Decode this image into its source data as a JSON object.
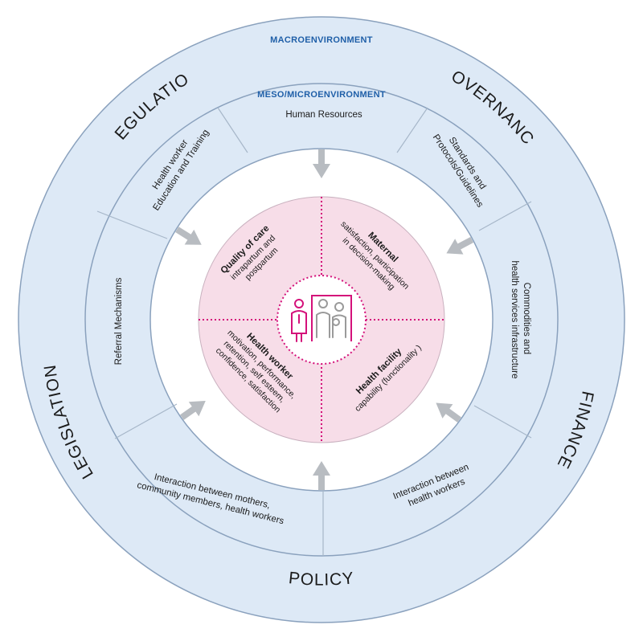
{
  "outer_ring": {
    "heading": "MACROENVIRONMENT",
    "labels": {
      "regulation": "REGULATION",
      "governance": "GOVERNANCE",
      "legislation": "LEGISLATION",
      "finance": "FINANCE",
      "policy": "POLICY"
    }
  },
  "middle_ring": {
    "heading": "MESO/MICROENVIRONMENT",
    "segments": {
      "human_resources": [
        "Human Resources"
      ],
      "standards": [
        "Standards and",
        "Protocols/Guidelines"
      ],
      "commodities": [
        "Commodities and",
        "health services infrastructure"
      ],
      "interaction_health_workers": [
        "Interaction between",
        "health workers"
      ],
      "interaction_mothers": [
        "Interaction between mothers,",
        "community members, health workers"
      ],
      "referral": [
        "Referral Mechanisms"
      ],
      "education": [
        "Health worker",
        "Education and Training"
      ]
    }
  },
  "core": {
    "quality_of_care": {
      "title": "Quality of care",
      "lines": [
        "intrapartum and",
        "postpartum"
      ]
    },
    "maternal": {
      "title": "Maternal",
      "lines": [
        "satisfaction, participation",
        "in decision-making"
      ]
    },
    "health_worker": {
      "title": "Health worker",
      "lines": [
        "motivation, performance,",
        "retention, self esteem,",
        "confidence, satisfaction"
      ]
    },
    "health_facility": {
      "title": "Health facility",
      "lines": [
        "capability (functionality )"
      ]
    }
  },
  "colors": {
    "ring_fill": "#dde9f6",
    "ring_stroke": "#8aa1bd",
    "divider": "#a7b7c9",
    "heading_blue": "#1f5fa8",
    "core_pink": "#f7dde8",
    "magenta": "#d4117a",
    "arrow_gray": "#b8bcc1",
    "figure_gray": "#9a9a9a"
  },
  "icons": [
    "health-worker-figure-icon",
    "mother-and-baby-figure-icon",
    "door-frame-icon",
    "inward-arrow-icon"
  ]
}
